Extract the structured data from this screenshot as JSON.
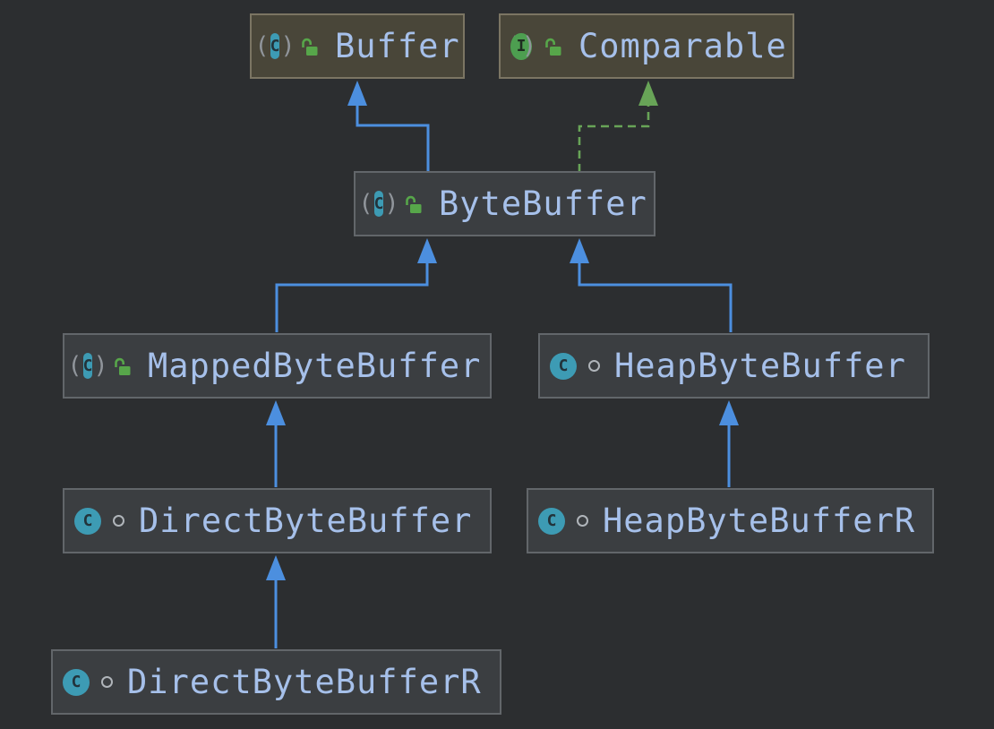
{
  "diagram": {
    "kind": "uml-class-hierarchy",
    "nodes": [
      {
        "label": "Buffer",
        "stereotype": "abstract class",
        "modifier": "unlocked",
        "highlighted": true
      },
      {
        "label": "Comparable",
        "stereotype": "interface",
        "modifier": "unlocked",
        "highlighted": true
      },
      {
        "label": "ByteBuffer",
        "stereotype": "abstract class",
        "modifier": "unlocked",
        "highlighted": false
      },
      {
        "label": "MappedByteBuffer",
        "stereotype": "abstract class",
        "modifier": "unlocked",
        "highlighted": false
      },
      {
        "label": "HeapByteBuffer",
        "stereotype": "class",
        "modifier": "package-private",
        "highlighted": false
      },
      {
        "label": "DirectByteBuffer",
        "stereotype": "class",
        "modifier": "package-private",
        "highlighted": false
      },
      {
        "label": "HeapByteBufferR",
        "stereotype": "class",
        "modifier": "package-private",
        "highlighted": false
      },
      {
        "label": "DirectByteBufferR",
        "stereotype": "class",
        "modifier": "package-private",
        "highlighted": false
      }
    ],
    "edges": [
      {
        "from": "ByteBuffer",
        "to": "Buffer",
        "type": "extends"
      },
      {
        "from": "ByteBuffer",
        "to": "Comparable",
        "type": "implements"
      },
      {
        "from": "MappedByteBuffer",
        "to": "ByteBuffer",
        "type": "extends"
      },
      {
        "from": "HeapByteBuffer",
        "to": "ByteBuffer",
        "type": "extends"
      },
      {
        "from": "DirectByteBuffer",
        "to": "MappedByteBuffer",
        "type": "extends"
      },
      {
        "from": "HeapByteBufferR",
        "to": "HeapByteBuffer",
        "type": "extends"
      },
      {
        "from": "DirectByteBufferR",
        "to": "DirectByteBuffer",
        "type": "extends"
      }
    ],
    "icons": {
      "abstract_class_glyph": "C",
      "class_glyph": "C",
      "interface_glyph": "I"
    },
    "colors": {
      "background": "#2c2e30",
      "node_fill": "#3b3e41",
      "node_border": "#62666a",
      "highlight_fill": "#494639",
      "highlight_border": "#7b7563",
      "extends_edge": "#4c8fdf",
      "implements_edge": "#68a457",
      "class_icon": "#3d9bb4",
      "interface_icon": "#4d9e50",
      "lock_icon": "#57a64a",
      "label_color": "#a6c0ea"
    }
  }
}
